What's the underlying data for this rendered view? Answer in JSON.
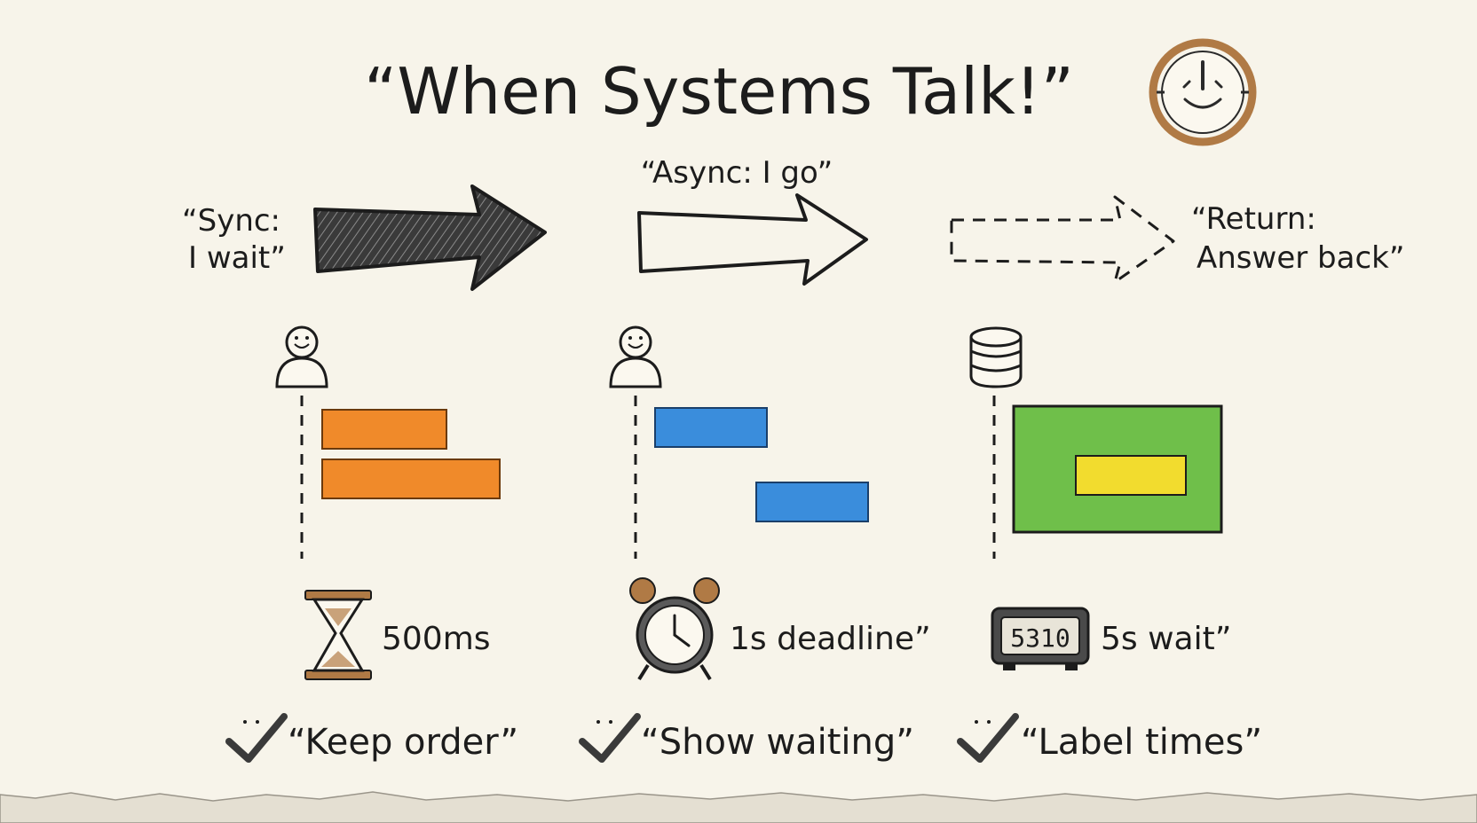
{
  "title": "“When Systems Talk!”",
  "arrows": {
    "sync_label": [
      "“Sync:",
      "I wait”"
    ],
    "async_label": "“Async: I go”",
    "return_label": [
      "“Return:",
      "Answer back”"
    ]
  },
  "timers": {
    "sync": "500ms",
    "async": "1s deadline”",
    "return": "5s wait”",
    "digital_clock_display": "5310"
  },
  "checklist": {
    "sync": "“Keep order”",
    "async": "“Show waiting”",
    "return": "“Label times”"
  },
  "colors": {
    "paper": "#f7f4ea",
    "ink": "#1c1c1c",
    "orange": "#f08a2a",
    "blue": "#3a8ddc",
    "green": "#6fbf4a",
    "yellow": "#f2dc2e",
    "clock_ring": "#b07a45"
  }
}
